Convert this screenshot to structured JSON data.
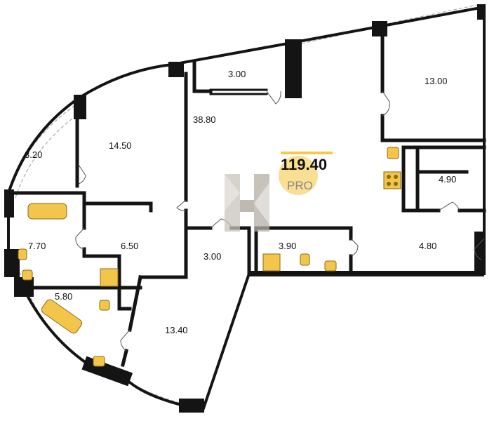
{
  "total_area": "119.40",
  "watermark": "PRO",
  "colors": {
    "accent": "#f5c94a",
    "wall": "#141414",
    "watermark": "#b8b2aa"
  },
  "rooms": [
    {
      "id": "balcony",
      "area": "3.00"
    },
    {
      "id": "bedroom-right",
      "area": "13.00"
    },
    {
      "id": "living",
      "area": "38.80"
    },
    {
      "id": "loggia-left",
      "area": "3.20"
    },
    {
      "id": "bedroom-left",
      "area": "14.50"
    },
    {
      "id": "closet-right",
      "area": "4.90"
    },
    {
      "id": "bathroom-top",
      "area": "7.70"
    },
    {
      "id": "hall",
      "area": "6.50"
    },
    {
      "id": "storage",
      "area": "3.00"
    },
    {
      "id": "wc",
      "area": "3.90"
    },
    {
      "id": "corridor",
      "area": "4.80"
    },
    {
      "id": "bathroom-bottom",
      "area": "5.80"
    },
    {
      "id": "bedroom-bottom",
      "area": "13.40"
    }
  ]
}
